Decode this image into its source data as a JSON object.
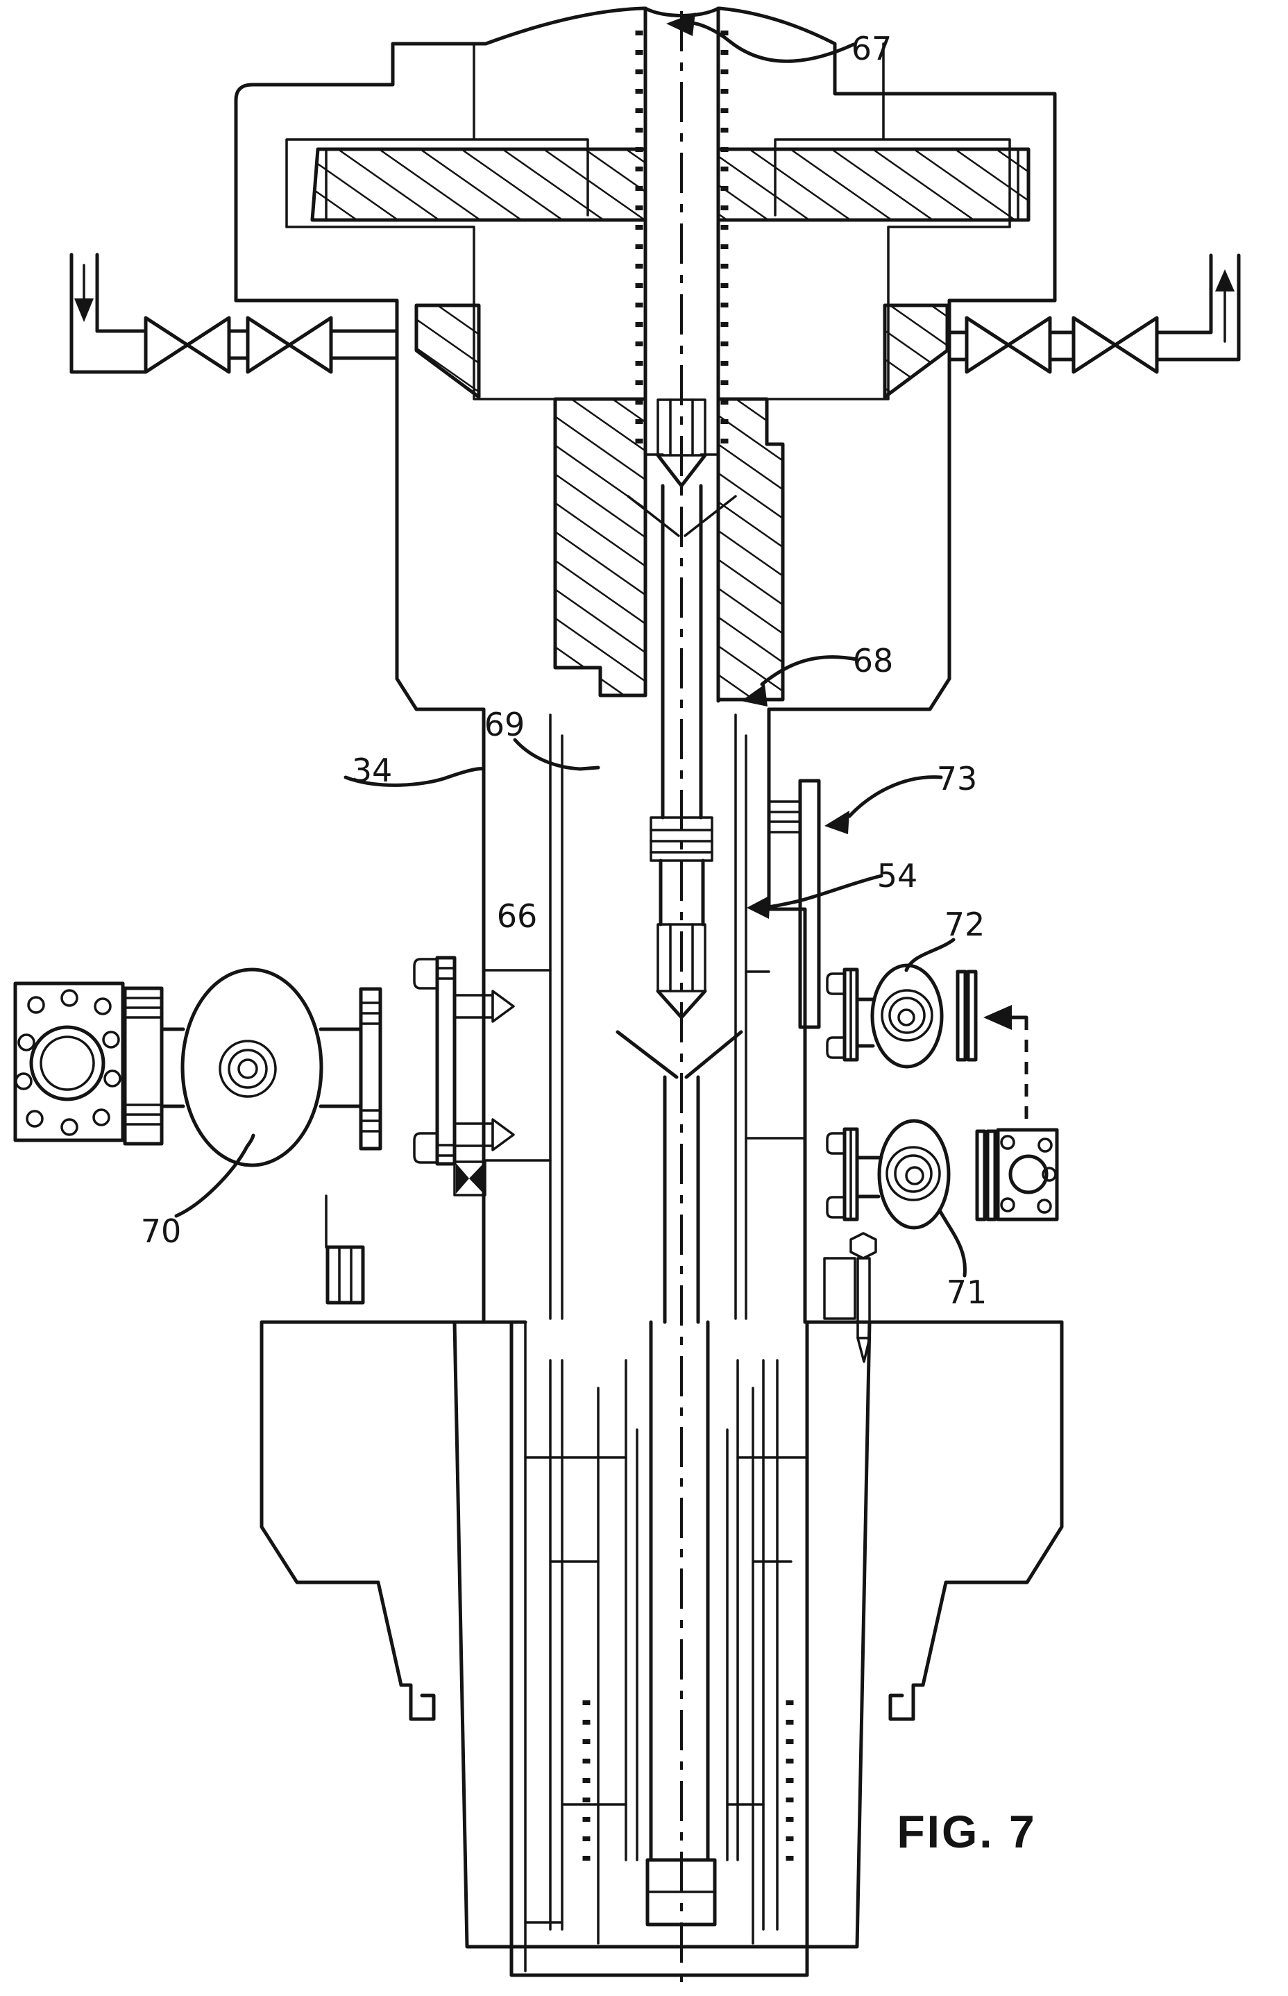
{
  "figure": {
    "caption": {
      "text": "FIG. 7"
    },
    "colors": {
      "ink": "#141414",
      "paper": "#ffffff"
    }
  },
  "reference_labels": [
    {
      "text": "67"
    },
    {
      "text": "68"
    },
    {
      "text": "69"
    },
    {
      "text": "34"
    },
    {
      "text": "73"
    },
    {
      "text": "54"
    },
    {
      "text": "66"
    },
    {
      "text": "72"
    },
    {
      "text": "70"
    },
    {
      "text": "71"
    }
  ]
}
